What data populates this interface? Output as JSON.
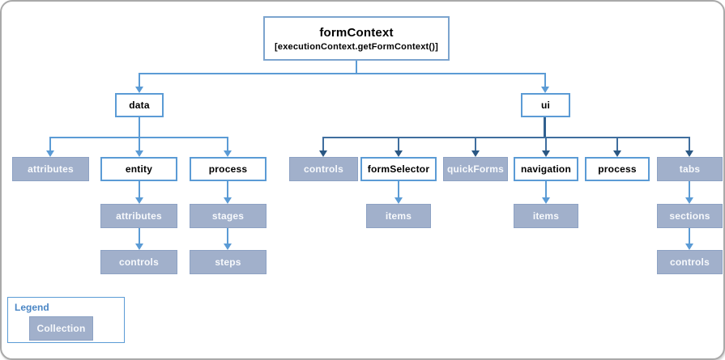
{
  "diagram": {
    "root": {
      "title": "formContext",
      "subtitle": "[executionContext.getFormContext()]"
    },
    "nodes": {
      "data": {
        "label": "data",
        "collection": false
      },
      "ui": {
        "label": "ui",
        "collection": false
      },
      "data_attributes": {
        "label": "attributes",
        "collection": true
      },
      "data_entity": {
        "label": "entity",
        "collection": false
      },
      "data_process": {
        "label": "process",
        "collection": false
      },
      "entity_attributes": {
        "label": "attributes",
        "collection": true
      },
      "entity_controls": {
        "label": "controls",
        "collection": true
      },
      "process_stages": {
        "label": "stages",
        "collection": true
      },
      "process_steps": {
        "label": "steps",
        "collection": true
      },
      "ui_controls": {
        "label": "controls",
        "collection": true
      },
      "ui_formSelector": {
        "label": "formSelector",
        "collection": false
      },
      "ui_quickForms": {
        "label": "quickForms",
        "collection": true
      },
      "ui_navigation": {
        "label": "navigation",
        "collection": false
      },
      "ui_process": {
        "label": "process",
        "collection": false
      },
      "ui_tabs": {
        "label": "tabs",
        "collection": true
      },
      "formSelector_items": {
        "label": "items",
        "collection": true
      },
      "navigation_items": {
        "label": "items",
        "collection": true
      },
      "tabs_sections": {
        "label": "sections",
        "collection": true
      },
      "sections_controls": {
        "label": "controls",
        "collection": true
      }
    },
    "colors": {
      "accent_light": "#5B9BD5",
      "connector_dark": "#3F6E9E",
      "arrowhead_dark": "#2A5783",
      "collection_fill": "#A1B0CB",
      "collection_border": "#8DA2C4",
      "legend_title_text": "#4A86C5",
      "frame_border": "#A9A9A9"
    }
  },
  "legend": {
    "title": "Legend",
    "collection_label": "Collection"
  }
}
